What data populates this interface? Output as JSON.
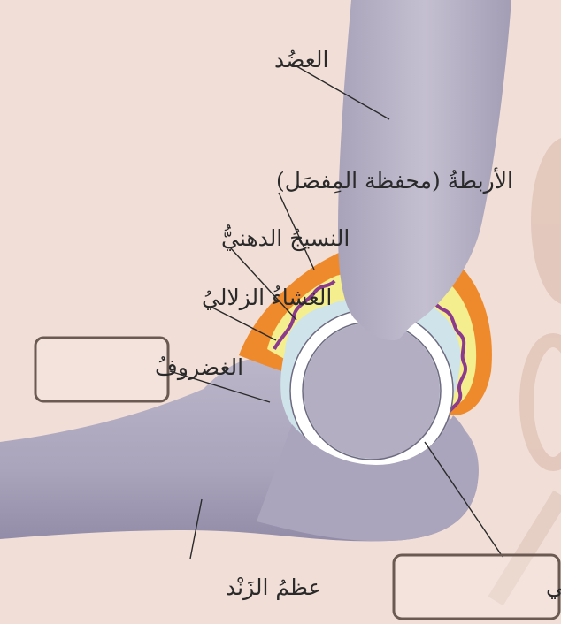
{
  "labels": {
    "humerus": "العضُد",
    "ligaments": "الأربطةُ (محفظة المِفصَل)",
    "adipose": "النسيجُ الدهنيُّ",
    "synovial_membrane": "الغشاءُ الزلاليُ",
    "cartilage": "الغضروفُ",
    "ulna": "عظمُ الزَنْد",
    "synovial_fluid": "السائلُ الزلالي"
  },
  "colors": {
    "background": "#f1dfd7",
    "bone": "#b3aec1",
    "bone_shadow": "#8e88a2",
    "capsule": "#ef8a2c",
    "fat": "#f4ee8e",
    "membrane": "#8c3a8e",
    "fluid": "#cfe4ea",
    "cartilage": "#ffffff",
    "text": "#2a2a2a",
    "box_border": "#6b5a52",
    "watermark": "#d7b8ab"
  }
}
